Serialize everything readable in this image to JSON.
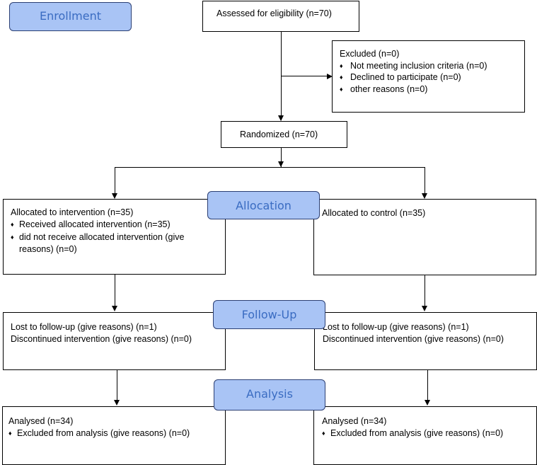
{
  "stages": {
    "enrollment": "Enrollment",
    "allocation": "Allocation",
    "followup": "Follow-Up",
    "analysis": "Analysis"
  },
  "assessed": "Assessed for eligibility (n=70)",
  "excluded": {
    "title": "Excluded  (n=0)",
    "items": [
      "Not meeting inclusion criteria (n=0)",
      "Declined to participate (n=0)",
      "other reasons (n=0)"
    ]
  },
  "randomized": "Randomized (n=70)",
  "intervention": {
    "allocated": "Allocated to intervention (n=35)",
    "items": [
      "Received allocated intervention (n=35)",
      "did not receive allocated intervention (give reasons) (n=0)"
    ],
    "followup": [
      "Lost to follow-up (give reasons) (n=1)",
      "Discontinued intervention (give reasons) (n=0)"
    ],
    "analysed": "Analysed  (n=34)",
    "analysis_items": [
      "Excluded from analysis (give reasons) (n=0)"
    ]
  },
  "control": {
    "allocated": "Allocated to control (n=35)",
    "followup": [
      "Lost to follow-up (give reasons) (n=1)",
      "Discontinued intervention (give reasons) (n=0)"
    ],
    "analysed": "Analysed  (n=34)",
    "analysis_items": [
      "Excluded from analysis (give reasons) (n=0)"
    ]
  },
  "bullet_glyph": "♦"
}
